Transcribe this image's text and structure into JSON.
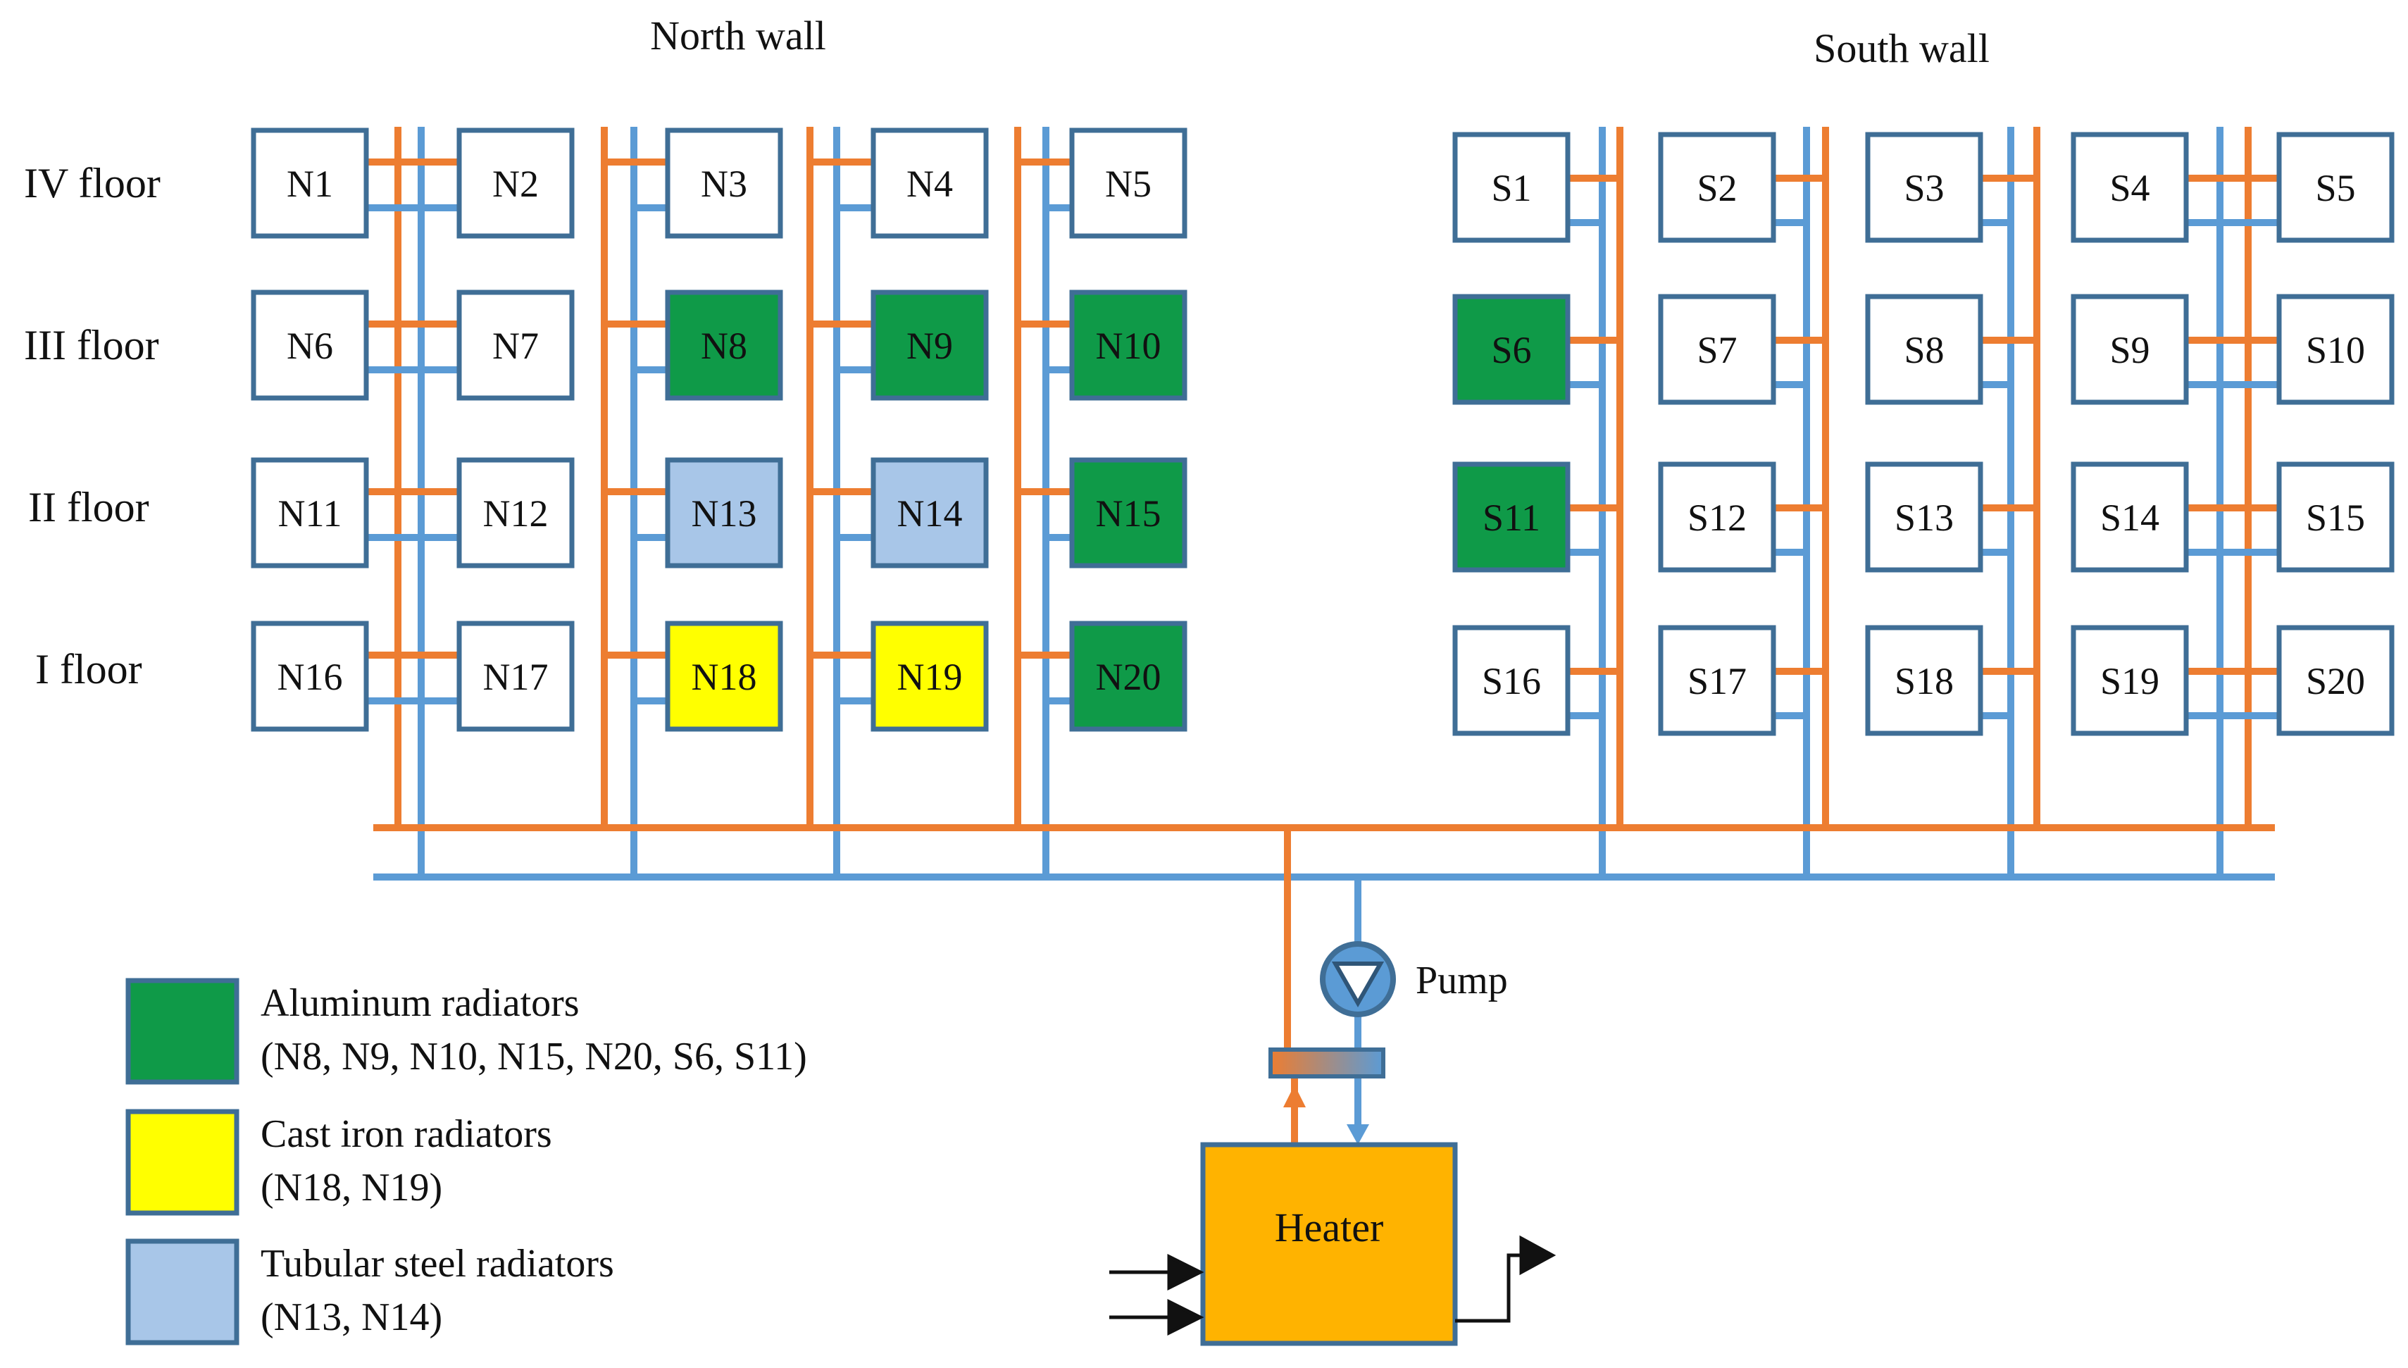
{
  "headers": {
    "north": "North wall",
    "south": "South wall"
  },
  "floors": [
    "IV floor",
    "III floor",
    "II floor",
    "I floor"
  ],
  "rooms": {
    "north": [
      "N1",
      "N2",
      "N3",
      "N4",
      "N5",
      "N6",
      "N7",
      "N8",
      "N9",
      "N10",
      "N11",
      "N12",
      "N13",
      "N14",
      "N15",
      "N16",
      "N17",
      "N18",
      "N19",
      "N20"
    ],
    "south": [
      "S1",
      "S2",
      "S3",
      "S4",
      "S5",
      "S6",
      "S7",
      "S8",
      "S9",
      "S10",
      "S11",
      "S12",
      "S13",
      "S14",
      "S15",
      "S16",
      "S17",
      "S18",
      "S19",
      "S20"
    ]
  },
  "radiator_types": {
    "aluminum": [
      "N8",
      "N9",
      "N10",
      "N15",
      "N20",
      "S6",
      "S11"
    ],
    "cast_iron": [
      "N18",
      "N19"
    ],
    "tubular_steel": [
      "N13",
      "N14"
    ]
  },
  "legend": [
    {
      "key": "aluminum",
      "line1": "Aluminum radiators",
      "line2": "(N8, N9, N10, N15, N20, S6, S11)",
      "color": "#0f9a48"
    },
    {
      "key": "cast_iron",
      "line1": "Cast iron radiators",
      "line2": "(N18, N19)",
      "color": "#ffff00"
    },
    {
      "key": "tubular_steel",
      "line1": "Tubular steel radiators",
      "line2": "(N13, N14)",
      "color": "#a8c6e8"
    }
  ],
  "pump_label": "Pump",
  "heater_label": "Heater",
  "colors": {
    "supply_pipe": "#ed7d31",
    "return_pipe": "#5b9bd5",
    "box_border": "#3f6e96",
    "heater_fill": "#ffb300",
    "default_room": "#ffffff"
  }
}
